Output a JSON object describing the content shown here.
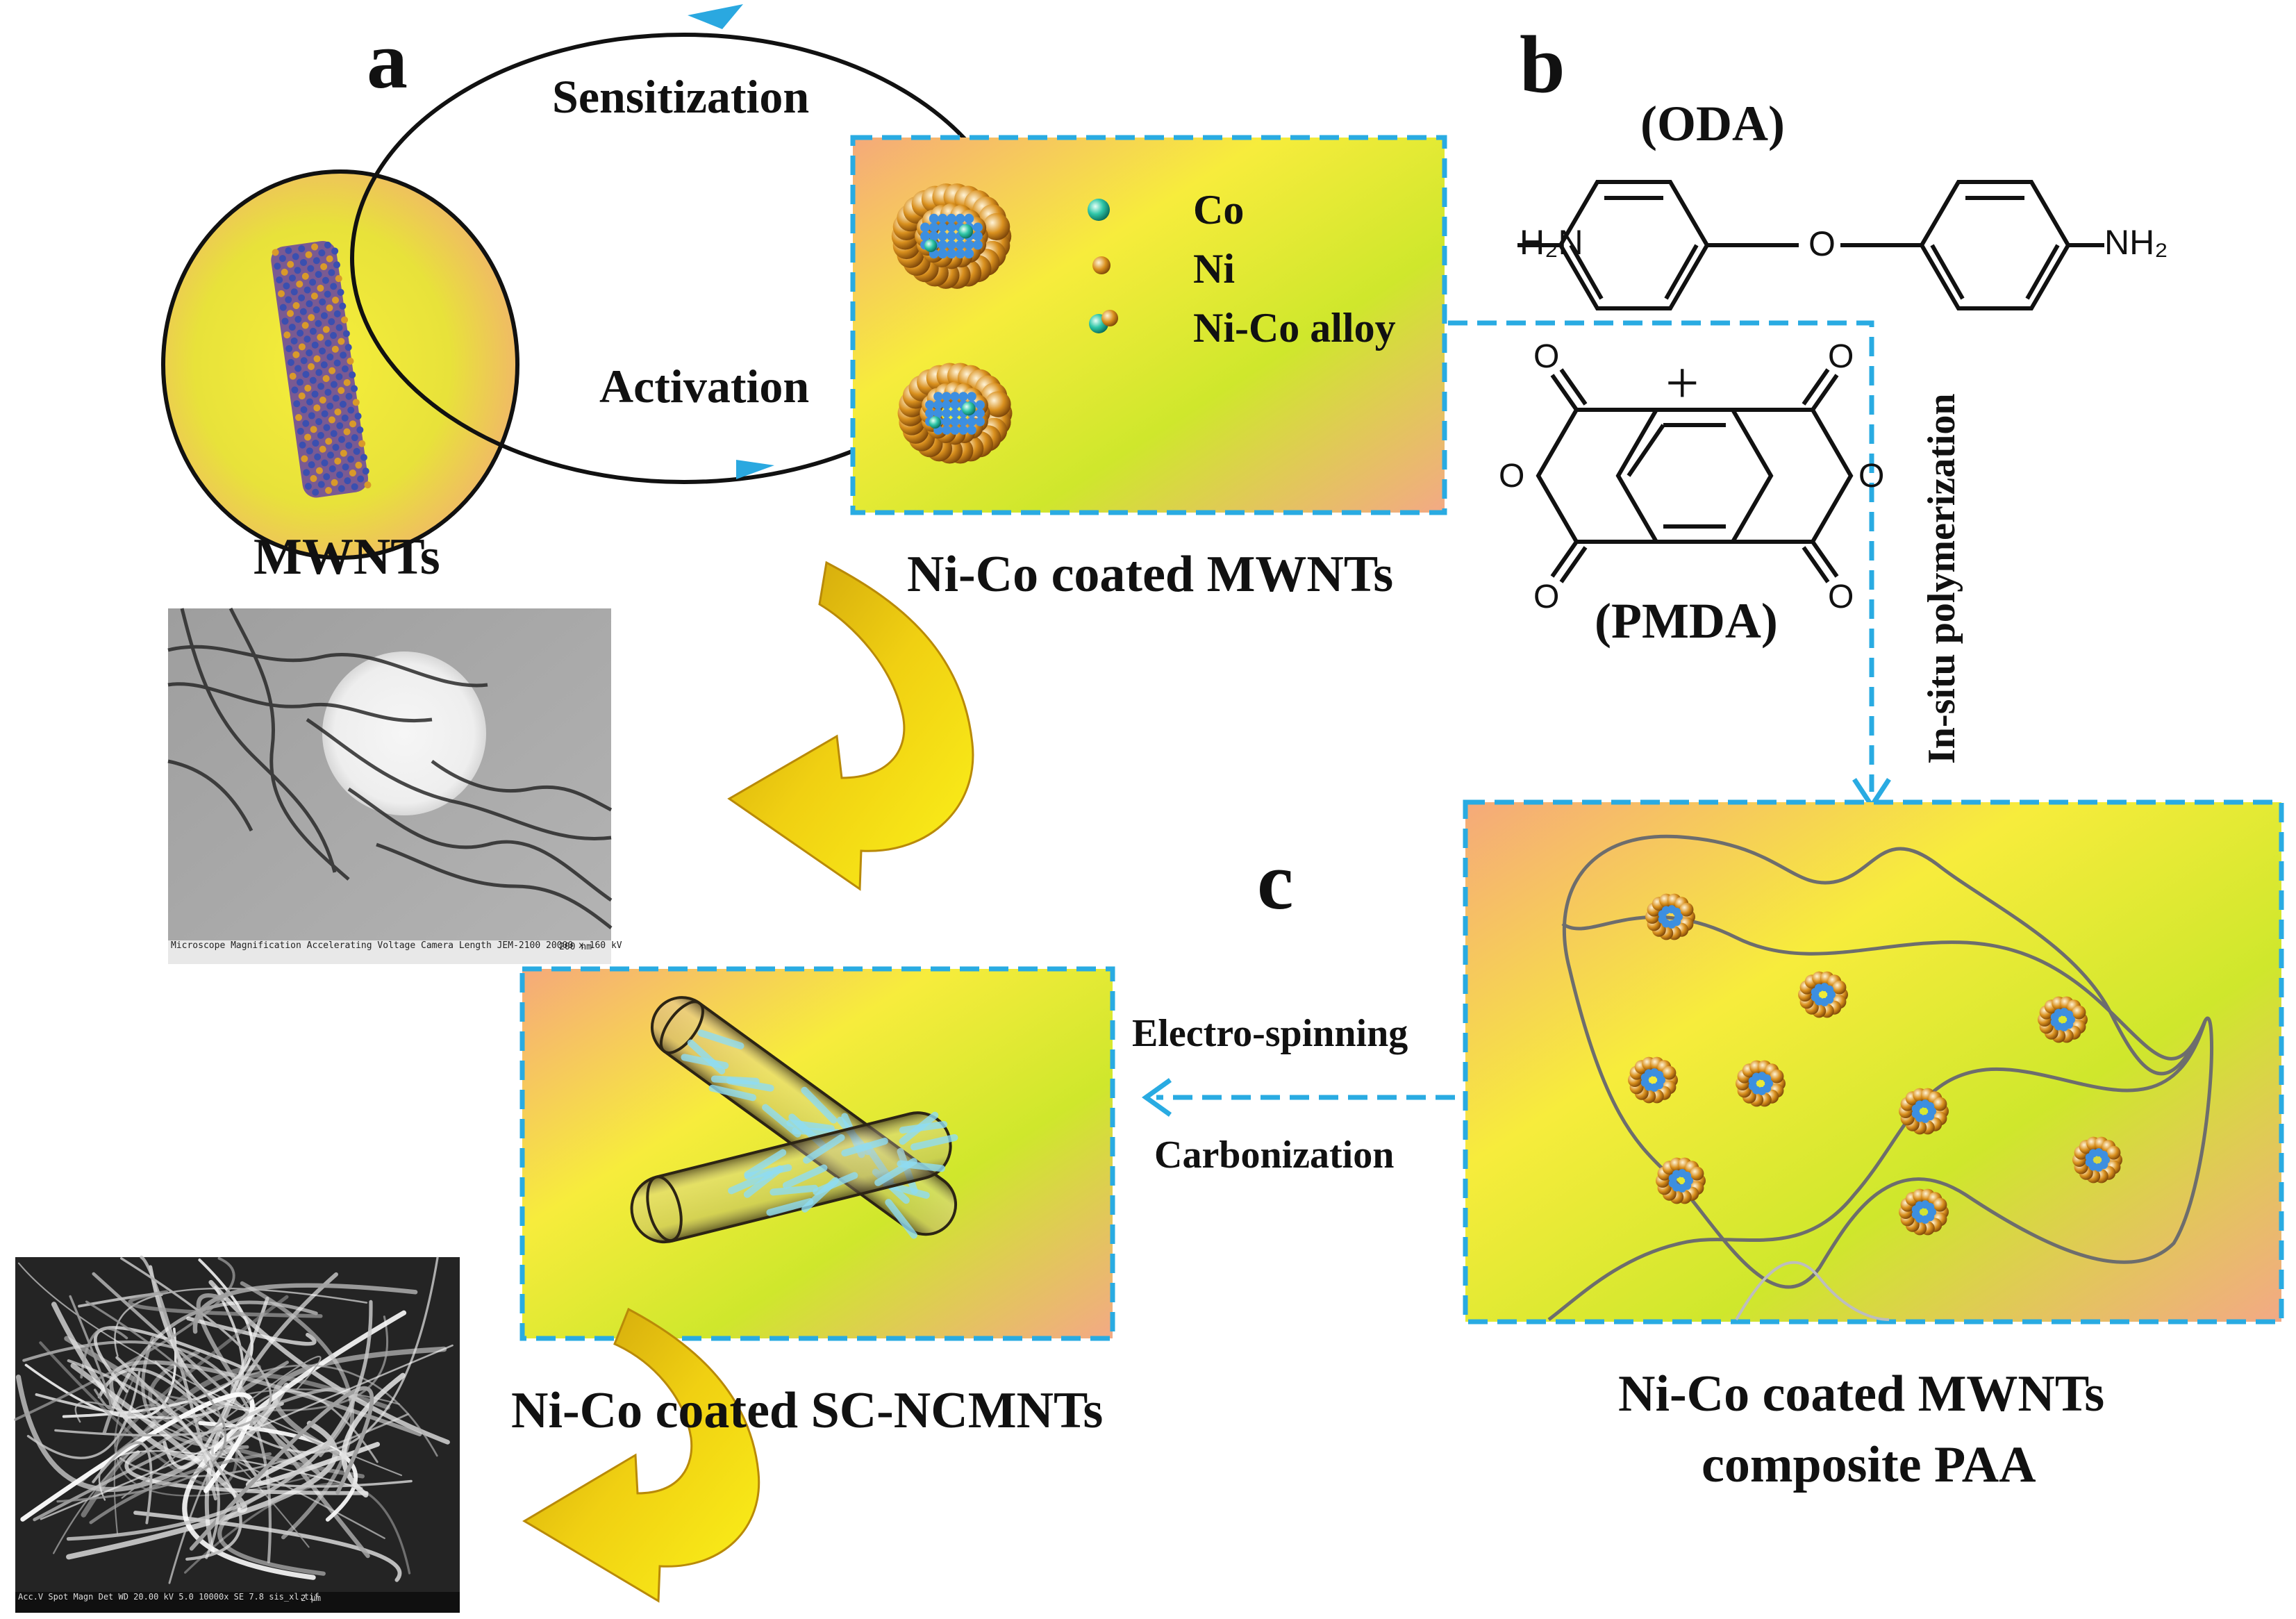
{
  "labels": {
    "panel_a": "a",
    "panel_b": "b",
    "panel_c": "c",
    "sensitization": "Sensitization",
    "activation": "Activation",
    "mwnts": "MWNTs",
    "ni_co_coated_mwnts": "Ni-Co coated MWNTs",
    "legend_co": "Co",
    "legend_ni": "Ni",
    "legend_alloy": "Ni-Co alloy",
    "oda": "(ODA)",
    "pmda": "(PMDA)",
    "plus": "+",
    "in_situ": "In-situ polymerization",
    "electro_spinning": "Electro-spinning",
    "carbonization": "Carbonization",
    "composite_line1": "Ni-Co coated MWNTs",
    "composite_line2": "composite PAA",
    "sc_ncmnts": "Ni-Co coated SC-NCMNTs",
    "oda_left_group": "H₂N",
    "oda_right_group": "NH₂",
    "oda_bridge": "O",
    "anhydride_o": "O"
  },
  "micrographs": {
    "tem_footer": "Microscope Magnification Accelerating Voltage Camera Length   JEM-2100   20000 x   160 kV",
    "tem_scale": "200 nm",
    "sem_footer": "Acc.V  Spot Magn  Det WD   20.00 kV 5.0  10000x SE 7.8   sis_xl.tif",
    "sem_scale": "2 µm"
  },
  "colors": {
    "dash_blue": "#29abe2",
    "arrow_blue": "#2aa8e0",
    "curved_arrow_gold": "#d4a20a",
    "curved_arrow_yellow": "#f5ee10",
    "particle_orange": "#d9801c",
    "particle_blue": "#3d8fe0",
    "tube_blue": "#7fd3ee",
    "curve_gray": "#6d6d6d"
  }
}
